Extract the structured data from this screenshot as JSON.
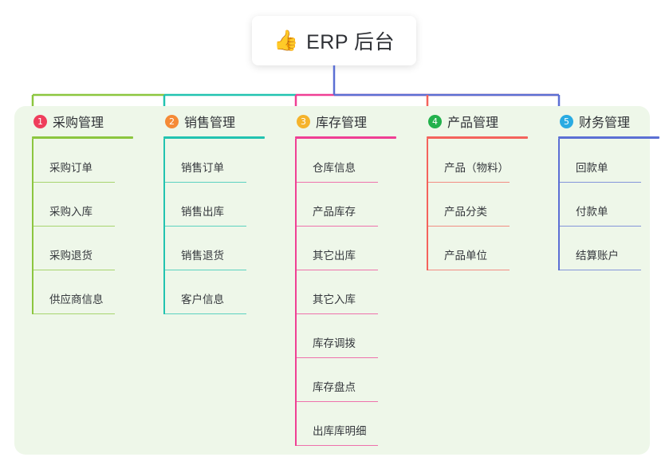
{
  "root": {
    "title": {
      "icon": "thumbs-up-icon",
      "emoji": "👍",
      "text": "ERP 后台"
    },
    "panel": {
      "background": "#eef7e9"
    },
    "columns": [
      {
        "number": "1",
        "title": "采购管理",
        "color": "#8cc63f",
        "badge_color": "#ef3e5c",
        "items": [
          "采购订单",
          "采购入库",
          "采购退货",
          "供应商信息"
        ]
      },
      {
        "number": "2",
        "title": "销售管理",
        "color": "#22c3b0",
        "badge_color": "#f58a36",
        "items": [
          "销售订单",
          "销售出库",
          "销售退货",
          "客户信息"
        ]
      },
      {
        "number": "3",
        "title": "库存管理",
        "color": "#ef3f94",
        "badge_color": "#f5b32b",
        "items": [
          "仓库信息",
          "产品库存",
          "其它出库",
          "其它入库",
          "库存调拨",
          "库存盘点",
          "出库库明细"
        ]
      },
      {
        "number": "4",
        "title": "产品管理",
        "color": "#f4635c",
        "badge_color": "#22b14c",
        "items": [
          "产品（物料）",
          "产品分类",
          "产品单位"
        ]
      },
      {
        "number": "5",
        "title": "财务管理",
        "color": "#5b6fd4",
        "badge_color": "#29abe2",
        "items": [
          "回款单",
          "付款单",
          "结算账户"
        ]
      }
    ],
    "connector": {
      "trunk_color": "#5b6fd4"
    }
  }
}
